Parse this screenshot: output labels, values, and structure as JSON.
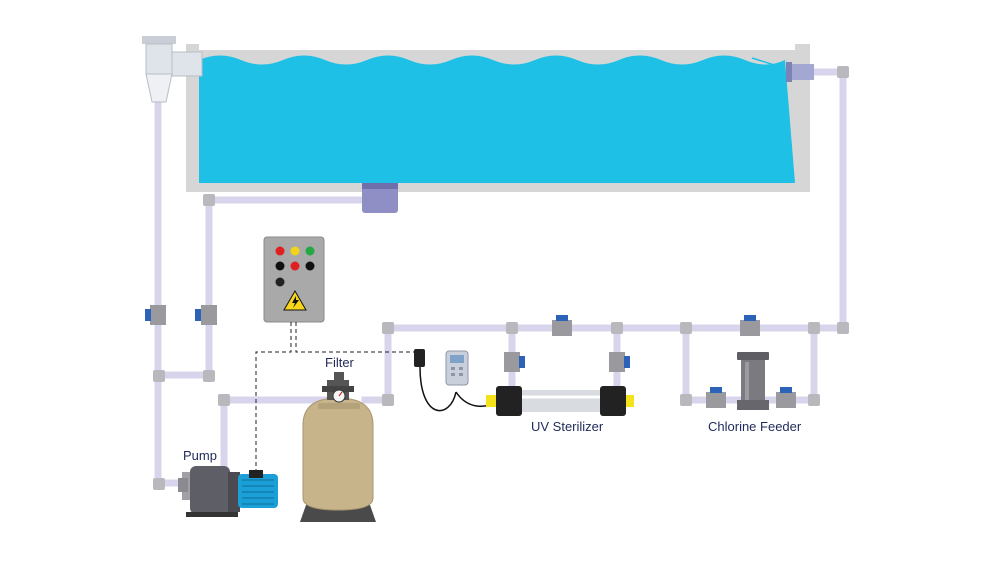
{
  "labels": {
    "pump": "Pump",
    "filter": "Filter",
    "uv_sterilizer": "UV Sterilizer",
    "chlorine_feeder": "Chlorine Feeder"
  },
  "colors": {
    "water": "#1ec0e6",
    "pool_wall": "#d6d6d6",
    "pipe": "#d8d4ec",
    "pipe_joint": "#b9b9bd",
    "valve_handle": "#2c63b8",
    "filter_tank": "#c8b48a",
    "pump_motor": "#1a9fd6",
    "control_box": "#a9a9a9",
    "light_red": "#e02020",
    "light_yellow": "#f2d21b",
    "light_green": "#25a843",
    "uv_cap": "#f4e21a"
  },
  "icons": {
    "control_box_warning": "high-voltage-warning-icon",
    "filter_gauge": "pressure-gauge-icon",
    "controller_screen": "lcd-display-icon"
  }
}
